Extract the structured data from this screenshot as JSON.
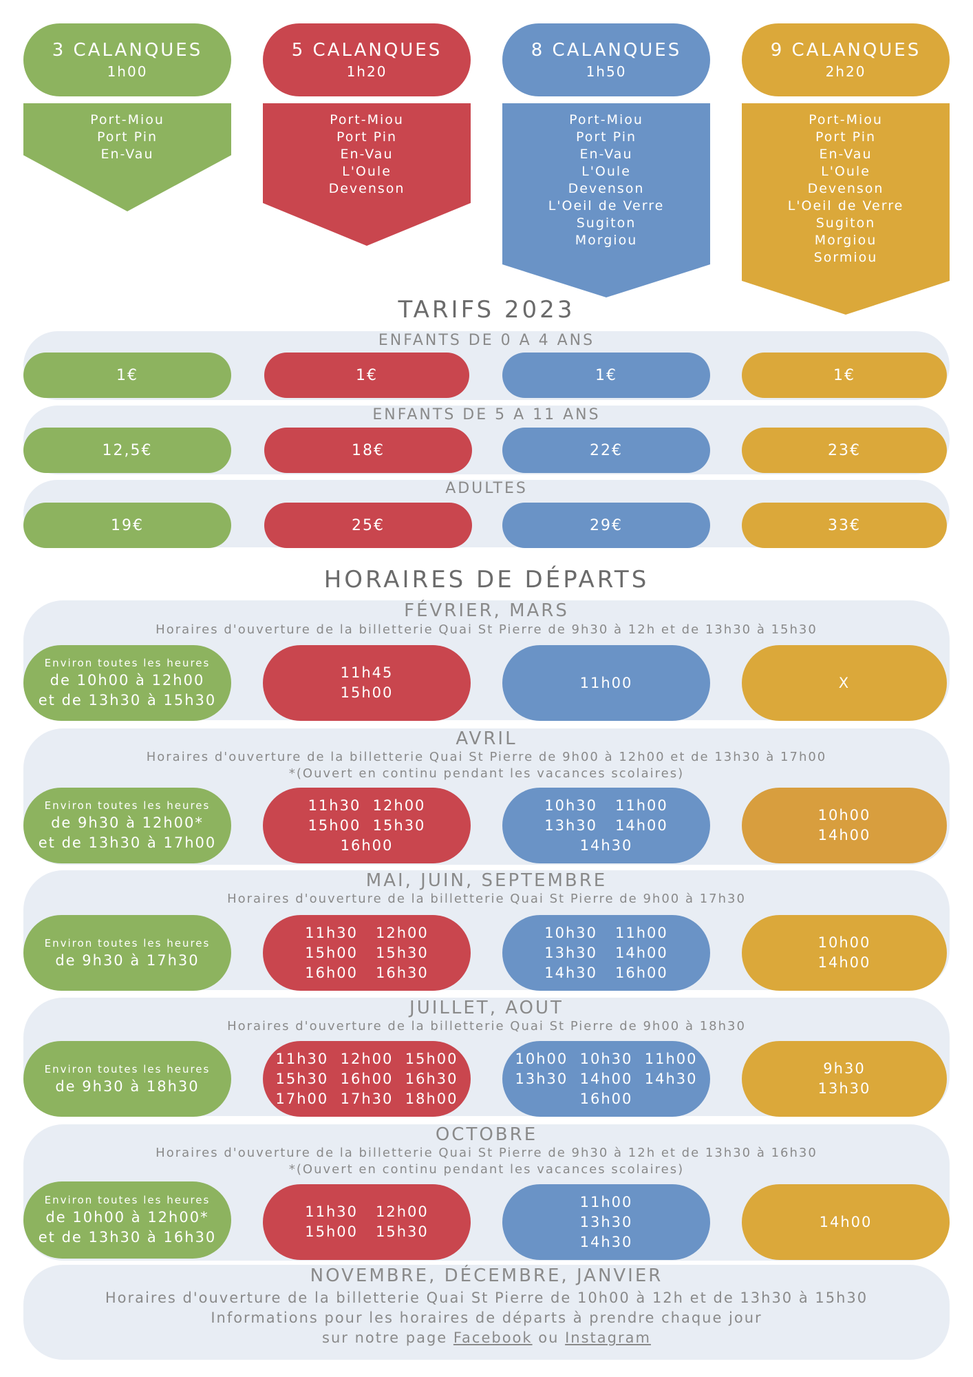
{
  "colors": {
    "green": "#8db35f",
    "red": "#c9464e",
    "blue": "#6a93c6",
    "gold": "#dba83a",
    "band": "#e8edf4"
  },
  "tours": [
    {
      "name": "3 CALANQUES",
      "duration": "1h00",
      "stops": [
        "Port-Miou",
        "Port Pin",
        "En-Vau"
      ]
    },
    {
      "name": "5 CALANQUES",
      "duration": "1h20",
      "stops": [
        "Port-Miou",
        "Port Pin",
        "En-Vau",
        "L'Oule",
        "Devenson"
      ]
    },
    {
      "name": "8 CALANQUES",
      "duration": "1h50",
      "stops": [
        "Port-Miou",
        "Port Pin",
        "En-Vau",
        "L'Oule",
        "Devenson",
        "L'Oeil de Verre",
        "Sugiton",
        "Morgiou"
      ]
    },
    {
      "name": "9 CALANQUES",
      "duration": "2h20",
      "stops": [
        "Port-Miou",
        "Port Pin",
        "En-Vau",
        "L'Oule",
        "Devenson",
        "L'Oeil de Verre",
        "Sugiton",
        "Morgiou",
        "Sormiou"
      ]
    }
  ],
  "tarifs": {
    "title": "TARIFS 2023",
    "rows": [
      {
        "label": "ENFANTS DE 0 A 4 ANS",
        "prices": [
          "1€",
          "1€",
          "1€",
          "1€"
        ]
      },
      {
        "label": "ENFANTS DE 5 A 11 ANS",
        "prices": [
          "12,5€",
          "18€",
          "22€",
          "23€"
        ]
      },
      {
        "label": "ADULTES",
        "prices": [
          "19€",
          "25€",
          "29€",
          "33€"
        ]
      }
    ]
  },
  "horaires": {
    "title": "HORAIRES DE DÉPARTS",
    "periods": [
      {
        "label": "FÉVRIER, MARS",
        "notes": [
          "Horaires d'ouverture de la billetterie Quai St Pierre de 9h30 à 12h et de 13h30 à 15h30"
        ],
        "green": {
          "intro": "Environ toutes les heures",
          "lines": [
            "de 10h00 à 12h00",
            "et de 13h30 à 15h30"
          ]
        },
        "red": [
          "11h45",
          "15h00"
        ],
        "blue": [
          "11h00"
        ],
        "gold": [
          "X"
        ]
      },
      {
        "label": "AVRIL",
        "notes": [
          "Horaires d'ouverture de la billetterie Quai St Pierre de 9h00 à 12h00 et de 13h30 à 17h00",
          "*(Ouvert en continu pendant les vacances scolaires)"
        ],
        "green": {
          "intro": "Environ toutes les heures",
          "lines": [
            "de 9h30 à 12h00*",
            "et de 13h30 à 17h00"
          ]
        },
        "red": [
          "11h30  12h00",
          "15h00  15h30",
          "16h00"
        ],
        "blue": [
          "10h30   11h00",
          "13h30   14h00",
          "14h30"
        ],
        "gold": [
          "10h00",
          "14h00"
        ]
      },
      {
        "label": "MAI, JUIN, SEPTEMBRE",
        "notes": [
          "Horaires d'ouverture de la billetterie Quai St Pierre de 9h00 à 17h30"
        ],
        "green": {
          "intro": "Environ toutes les heures",
          "lines": [
            "de 9h30 à 17h30"
          ]
        },
        "red": [
          "11h30   12h00",
          "15h00   15h30",
          "16h00   16h30"
        ],
        "blue": [
          "10h30   11h00",
          "13h30   14h00",
          "14h30   16h00"
        ],
        "gold": [
          "10h00",
          "14h00"
        ]
      },
      {
        "label": "JUILLET, AOUT",
        "notes": [
          "Horaires d'ouverture de la billetterie Quai St Pierre de 9h00 à 18h30"
        ],
        "green": {
          "intro": "Environ toutes les heures",
          "lines": [
            "de 9h30 à 18h30"
          ]
        },
        "red": [
          "11h30  12h00  15h00",
          "15h30  16h00  16h30",
          "17h00  17h30  18h00"
        ],
        "blue": [
          "10h00  10h30  11h00",
          "13h30  14h00  14h30",
          "16h00"
        ],
        "gold": [
          "9h30",
          "13h30"
        ]
      },
      {
        "label": "OCTOBRE",
        "notes": [
          "Horaires d'ouverture de la billetterie Quai St Pierre de 9h30 à 12h et de 13h30 à 16h30",
          "*(Ouvert en continu pendant les vacances scolaires)"
        ],
        "green": {
          "intro": "Environ toutes les heures",
          "lines": [
            "de 10h00 à 12h00*",
            "et de 13h30 à 16h30"
          ]
        },
        "red": [
          "11h30   12h00",
          "15h00   15h30"
        ],
        "blue": [
          "11h00",
          "13h30",
          "14h30"
        ],
        "gold": [
          "14h00"
        ]
      }
    ],
    "winter": {
      "label": "NOVEMBRE, DÉCEMBRE, JANVIER",
      "line1": "Horaires d'ouverture de la billetterie Quai St Pierre de 10h00 à 12h et de 13h30 à 15h30",
      "line2": "Informations pour les horaires de départs à prendre chaque jour",
      "line3_pre": "sur notre page ",
      "link1": "Facebook",
      "line3_mid": " ou ",
      "link2": "Instagram"
    }
  }
}
